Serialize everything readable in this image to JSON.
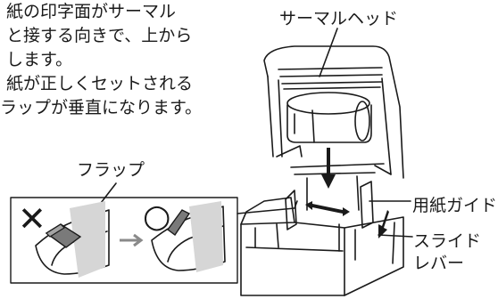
{
  "instructions": {
    "line1": "紙の印字面がサーマル",
    "line2": "と接する向きで、上から",
    "line3": "します。",
    "line4": "紙が正しくセットされる",
    "line5": "ラップが垂直になります。"
  },
  "labels": {
    "thermal_head": "サーマルヘッド",
    "flap": "フラップ",
    "paper_guide": "用紙ガイド",
    "slide_lever_1": "スライド",
    "slide_lever_2": "レバー"
  },
  "inset": {
    "wrong_mark": "✕",
    "correct_mark": "○"
  },
  "colors": {
    "line": "#1a1a1a",
    "gray_panel": "#d6d6d6",
    "flap_dark": "#7a7a7a",
    "arrow_gray": "#8a8a8a"
  }
}
